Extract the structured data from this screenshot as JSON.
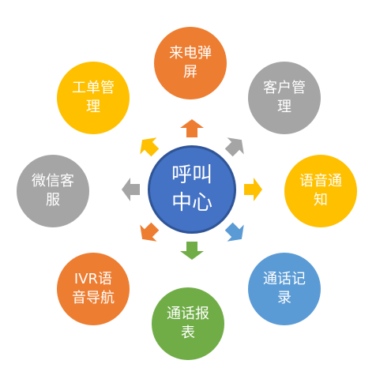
{
  "hub": {
    "label": "呼叫中心",
    "color": "#4472c4"
  },
  "nodes": [
    {
      "label": "来电弹屏",
      "color": "#ed7d31"
    },
    {
      "label": "客户管理",
      "color": "#a5a5a5"
    },
    {
      "label": "语音通知",
      "color": "#ffc000"
    },
    {
      "label": "通话记录",
      "color": "#5b9bd5"
    },
    {
      "label": "通话报表",
      "color": "#70ad47"
    },
    {
      "label": "IVR语音导航",
      "color": "#ed7d31"
    },
    {
      "label": "微信客服",
      "color": "#a5a5a5"
    },
    {
      "label": "工单管理",
      "color": "#ffc000"
    }
  ]
}
